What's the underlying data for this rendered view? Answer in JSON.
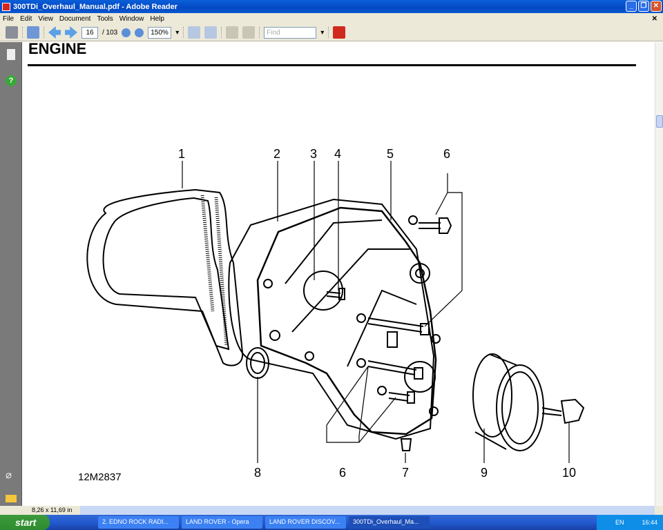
{
  "window": {
    "title": "300TDi_Overhaul_Manual.pdf - Adobe Reader"
  },
  "menu": [
    "File",
    "Edit",
    "View",
    "Document",
    "Tools",
    "Window",
    "Help"
  ],
  "toolbar": {
    "page_current": "16",
    "page_total": "/ 103",
    "zoom": "150%",
    "find_placeholder": "Find"
  },
  "document": {
    "heading": "ENGINE",
    "figure_id": "12M2837",
    "callouts": [
      "1",
      "2",
      "3",
      "4",
      "5",
      "6",
      "6",
      "7",
      "8",
      "9",
      "10"
    ]
  },
  "status": {
    "page_size": "8,26 x 11,69 in"
  },
  "taskbar": {
    "start": "start",
    "tasks": [
      "2. EDNO ROCK RADI...",
      "LAND ROVER - Opera",
      "LAND ROVER DISCOV...",
      "300TDi_Overhaul_Ma..."
    ],
    "lang": "EN",
    "clock": "16:44"
  }
}
